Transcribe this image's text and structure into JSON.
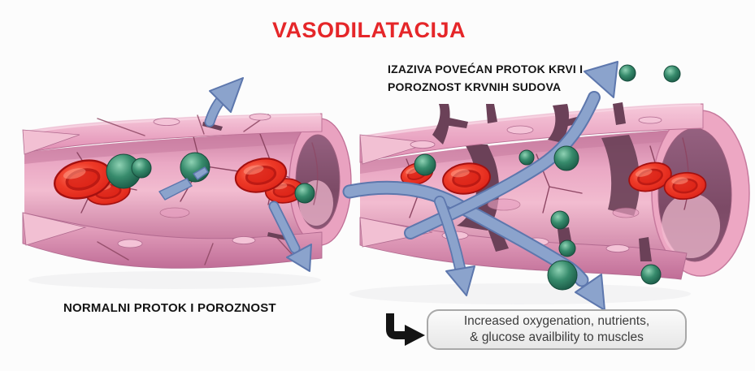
{
  "title": {
    "text": "VASODILATACIJA"
  },
  "left_figure": {
    "caption": "NORMALNI PROTOK I POROZNOST"
  },
  "right_figure": {
    "label_line1": "IZAZIVA POVEĆAN PROTOK KRVI I",
    "label_line2": "POROZNOST KRVNIH SUDOVA"
  },
  "callout": {
    "line1": "Increased oxygenation, nutrients,",
    "line2": "& glucose availbility to muscles"
  },
  "icons": {
    "flow_arrow": "blue-flow-arrow-icon",
    "nutrient_particle": "green-nutrient-particle-icon",
    "red_blood_cell": "red-blood-cell-icon",
    "corner_arrow": "black-corner-arrow-icon"
  },
  "colors": {
    "title_red": "#e52629",
    "label_black": "#141414",
    "vessel_pink": "#eba6c2",
    "vessel_wall_light": "#f6c8da",
    "vessel_wall_dark": "#c06d97",
    "vessel_line": "#8d4663",
    "vessel_gap_dark": "#6b4158",
    "lumen_dark": "#7c4a66",
    "arrow_blue": "#8ba3cc",
    "arrow_outline": "#5d77ad",
    "particle_green": "#2e7d64",
    "rbc_red": "#e62b1e",
    "callout_bg": "#f1f1f1",
    "callout_border": "#a8a8a8",
    "callout_text": "#3c3c3c",
    "background": "#fcfcfc"
  }
}
